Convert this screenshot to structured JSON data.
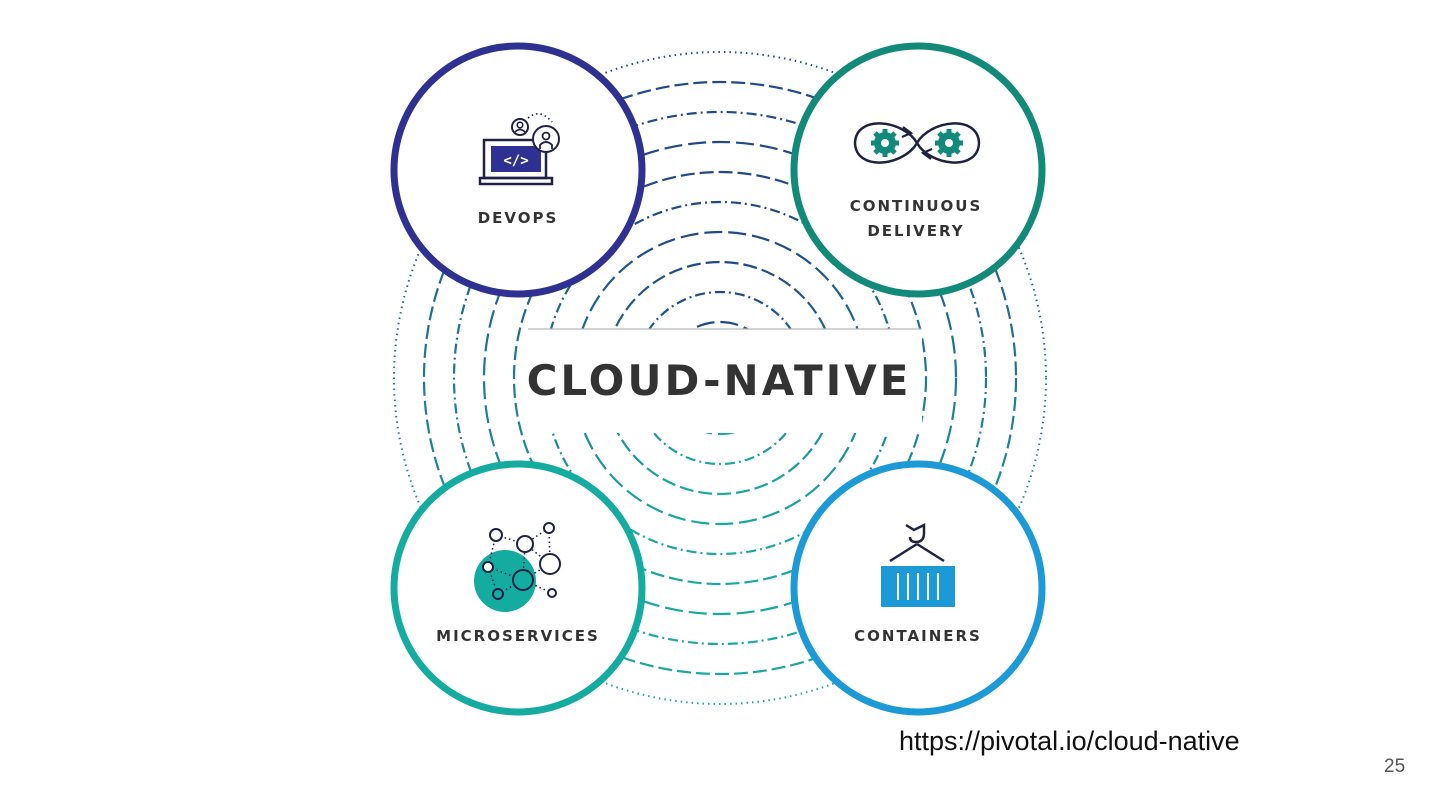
{
  "title": "CLOUD-NATIVE",
  "nodes": [
    {
      "id": "devops",
      "lines": [
        "DEVOPS"
      ],
      "color": "#2e3191",
      "icon": "laptop-code-users-icon"
    },
    {
      "id": "continuous-delivery",
      "lines": [
        "CONTINUOUS",
        "DELIVERY"
      ],
      "color": "#128a79",
      "icon": "gears-infinity-loop-icon"
    },
    {
      "id": "microservices",
      "lines": [
        "MICROSERVICES"
      ],
      "color": "#14aca0",
      "icon": "network-nodes-icon"
    },
    {
      "id": "containers",
      "lines": [
        "CONTAINERS"
      ],
      "color": "#1c9ad8",
      "icon": "shipping-container-crane-icon"
    }
  ],
  "colors": {
    "text": "#333333",
    "ring_dark": "#1e4f8f",
    "ring_light": "#1aa7a0"
  },
  "footer": {
    "url": "https://pivotal.io/cloud-native",
    "page_number": "25"
  }
}
